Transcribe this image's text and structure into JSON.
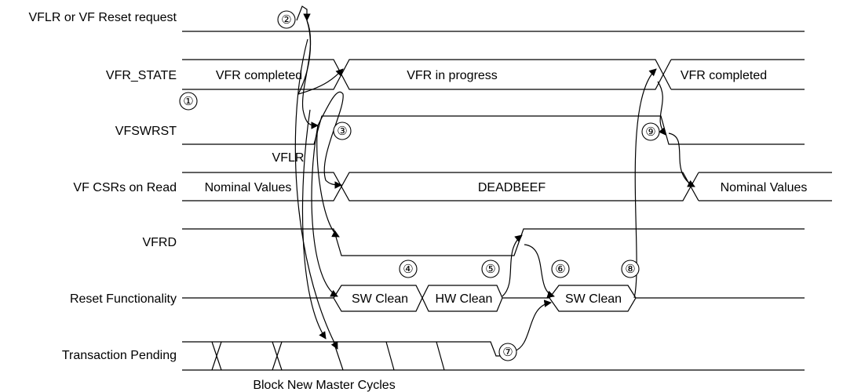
{
  "signals": [
    {
      "key": "vflr_req",
      "label": "VFLR or VF Reset request"
    },
    {
      "key": "vfr_state",
      "label": "VFR_STATE"
    },
    {
      "key": "vfswrst",
      "label": "VFSWRST"
    },
    {
      "key": "vf_csrs",
      "label": "VF CSRs on Read"
    },
    {
      "key": "vfrd",
      "label": "VFRD"
    },
    {
      "key": "reset_func",
      "label": "Reset Functionality"
    },
    {
      "key": "trans_pending",
      "label": "Transaction Pending"
    }
  ],
  "values": {
    "vfr_completed_1": "VFR completed",
    "vfr_in_progress": "VFR in progress",
    "vfr_completed_2": "VFR completed",
    "nominal_1": "Nominal Values",
    "deadbeef": "DEADBEEF",
    "nominal_2": "Nominal Values",
    "sw_clean_1": "SW Clean",
    "hw_clean": "HW Clean",
    "sw_clean_2": "SW Clean"
  },
  "annotations": {
    "vflr": "VFLR",
    "block_new_master_cycles": "Block New Master Cycles"
  },
  "steps": [
    "①",
    "②",
    "③",
    "④",
    "⑤",
    "⑥",
    "⑦",
    "⑧",
    "⑨"
  ]
}
